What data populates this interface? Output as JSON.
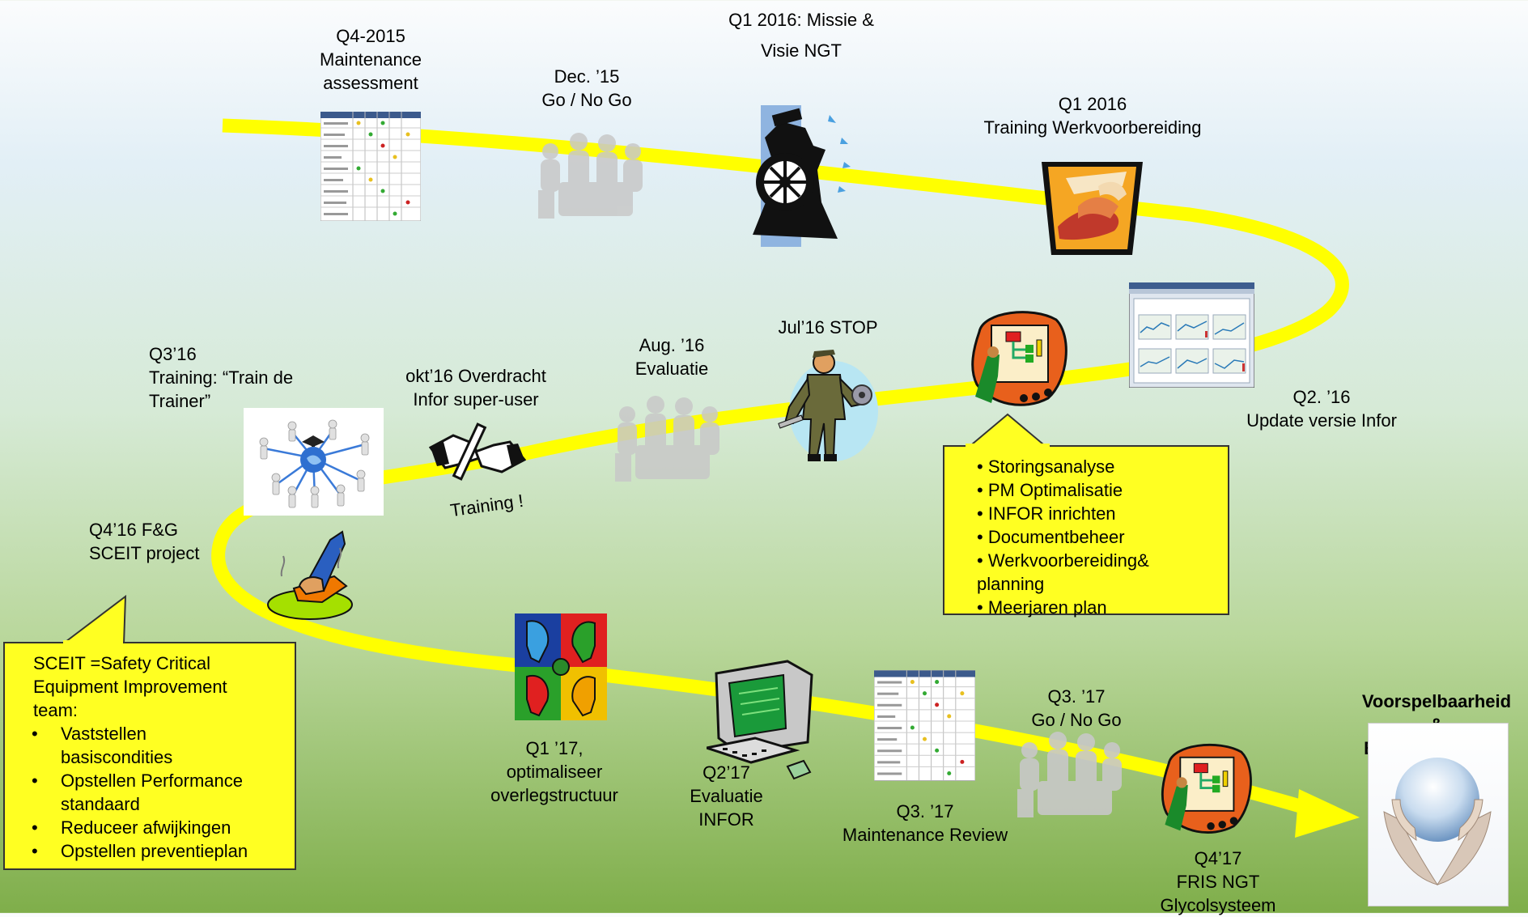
{
  "milestones": {
    "q4_2015": "Q4-2015\nMaintenance\nassessment",
    "dec_15": "Dec. ’15\nGo / No Go",
    "q1_2016_missie": "Q1 2016: Missie &\nVisie NGT",
    "q1_2016_training": "Q1 2016\nTraining Werkvoorbereiding",
    "q2_16": "Q2. ’16\nUpdate versie Infor",
    "jul_16": "Jul’16 STOP",
    "aug_16": "Aug. ’16\nEvaluatie",
    "okt_16": "okt’16 Overdracht\nInfor super-user",
    "q3_16": "Q3’16\nTraining: “Train de\nTrainer”",
    "q4_16": "Q4’16 F&G\nSCEIT project",
    "q1_17": "Q1 ’17,\noptimaliseer\noverlegstructuur",
    "q2_17": "Q2’17\nEvaluatie\nINFOR",
    "q3_17_review": "Q3. ’17\nMaintenance Review",
    "q3_17_go": "Q3. ’17\nGo / No Go",
    "q4_17": "Q4’17\nFRIS NGT\nGlycolsysteem",
    "goal": "Voorspelbaarheid\n&\nBetrouwbaarheid",
    "training_tag": "Training !"
  },
  "topics_box": {
    "items": [
      "Storingsanalyse",
      "PM Optimalisatie",
      "INFOR inrichten",
      "Documentbeheer",
      "Werkvoorbereiding&\nplanning",
      "Meerjaren plan"
    ]
  },
  "sceit_box": {
    "heading": "SCEIT =Safety Critical\nEquipment Improvement\nteam:",
    "items": [
      "Vaststellen\nbasiscondities",
      "Opstellen Performance\nstandaard",
      "Reduceer afwijkingen",
      "Opstellen preventieplan"
    ]
  },
  "colors": {
    "road": "#ffff00",
    "callout_fill": "#ffff22",
    "ghost_people": "#c8c8c8"
  },
  "icons": {
    "assessment": "table-icon",
    "go_no_go": "meeting-icon",
    "missie": "ship-wheel-icon",
    "training": "handshake-icon",
    "infor_update": "screenshot-icon",
    "presenter": "presenter-icon",
    "stop": "mechanic-icon",
    "train_the_trainer": "network-icon",
    "overdracht": "handover-icon",
    "sceit": "cleaning-icon",
    "overleg": "faces-icon",
    "evaluatie": "computer-icon",
    "goal": "globe-hands-icon"
  }
}
